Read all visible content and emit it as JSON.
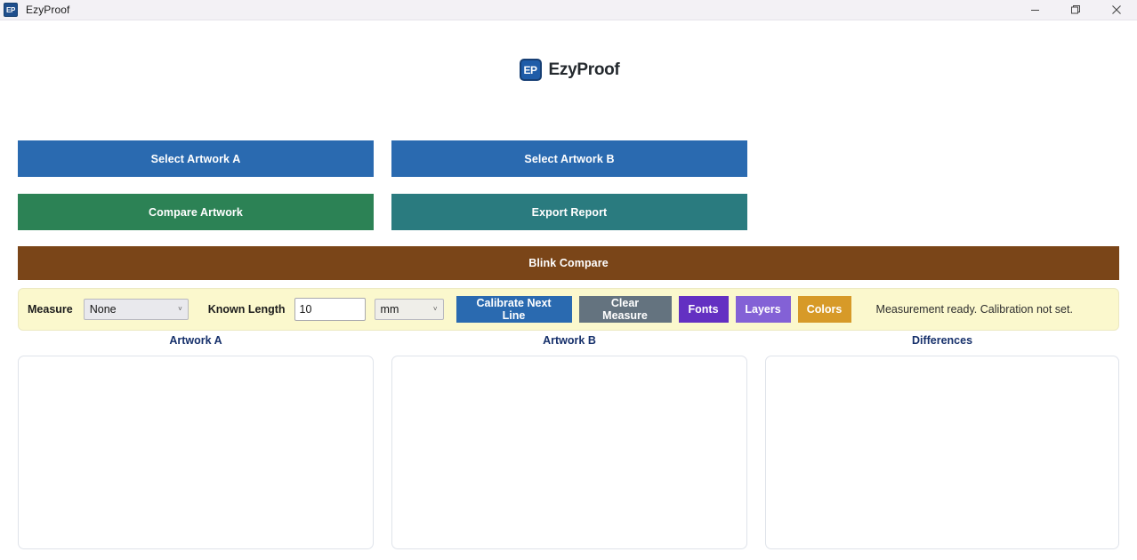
{
  "window": {
    "title": "EzyProof",
    "app_icon": "ep-app-icon",
    "controls": {
      "minimize": "─",
      "maximize": "❐",
      "close": "✕"
    }
  },
  "logo": {
    "mark": "EP",
    "text": "EzyProof"
  },
  "actions": {
    "select_artwork_a": "Select Artwork A",
    "select_artwork_b": "Select Artwork B",
    "compare_artwork": "Compare Artwork",
    "export_report": "Export Report",
    "blink_compare": "Blink Compare"
  },
  "measure": {
    "measure_label": "Measure",
    "measure_value": "None",
    "measure_options": [
      "None"
    ],
    "known_length_label": "Known Length",
    "known_length_value": "10",
    "known_length_placeholder": "10",
    "unit_value": "mm",
    "unit_options": [
      "mm"
    ],
    "calibrate_next_line": "Calibrate Next Line",
    "clear_measure": "Clear Measure",
    "fonts": "Fonts",
    "layers": "Layers",
    "colors": "Colors",
    "status": "Measurement ready. Calibration not set.",
    "chevron": "˅"
  },
  "panels": {
    "artwork_a": "Artwork A",
    "artwork_b": "Artwork B",
    "differences": "Differences"
  },
  "colors": {
    "primary_blue": "#2a6ab0",
    "compare_green": "#2c8255",
    "export_teal": "#2a7b7f",
    "blink_brown": "#7a4518",
    "toolbar_yellow": "#fbf8cd",
    "clear_slate": "#64737f",
    "fonts_purple": "#6330c2",
    "layers_purple": "#8361d6",
    "colors_amber": "#d79a28",
    "heading_navy": "#16306b",
    "titlebar_bg": "#f3f1f5"
  }
}
